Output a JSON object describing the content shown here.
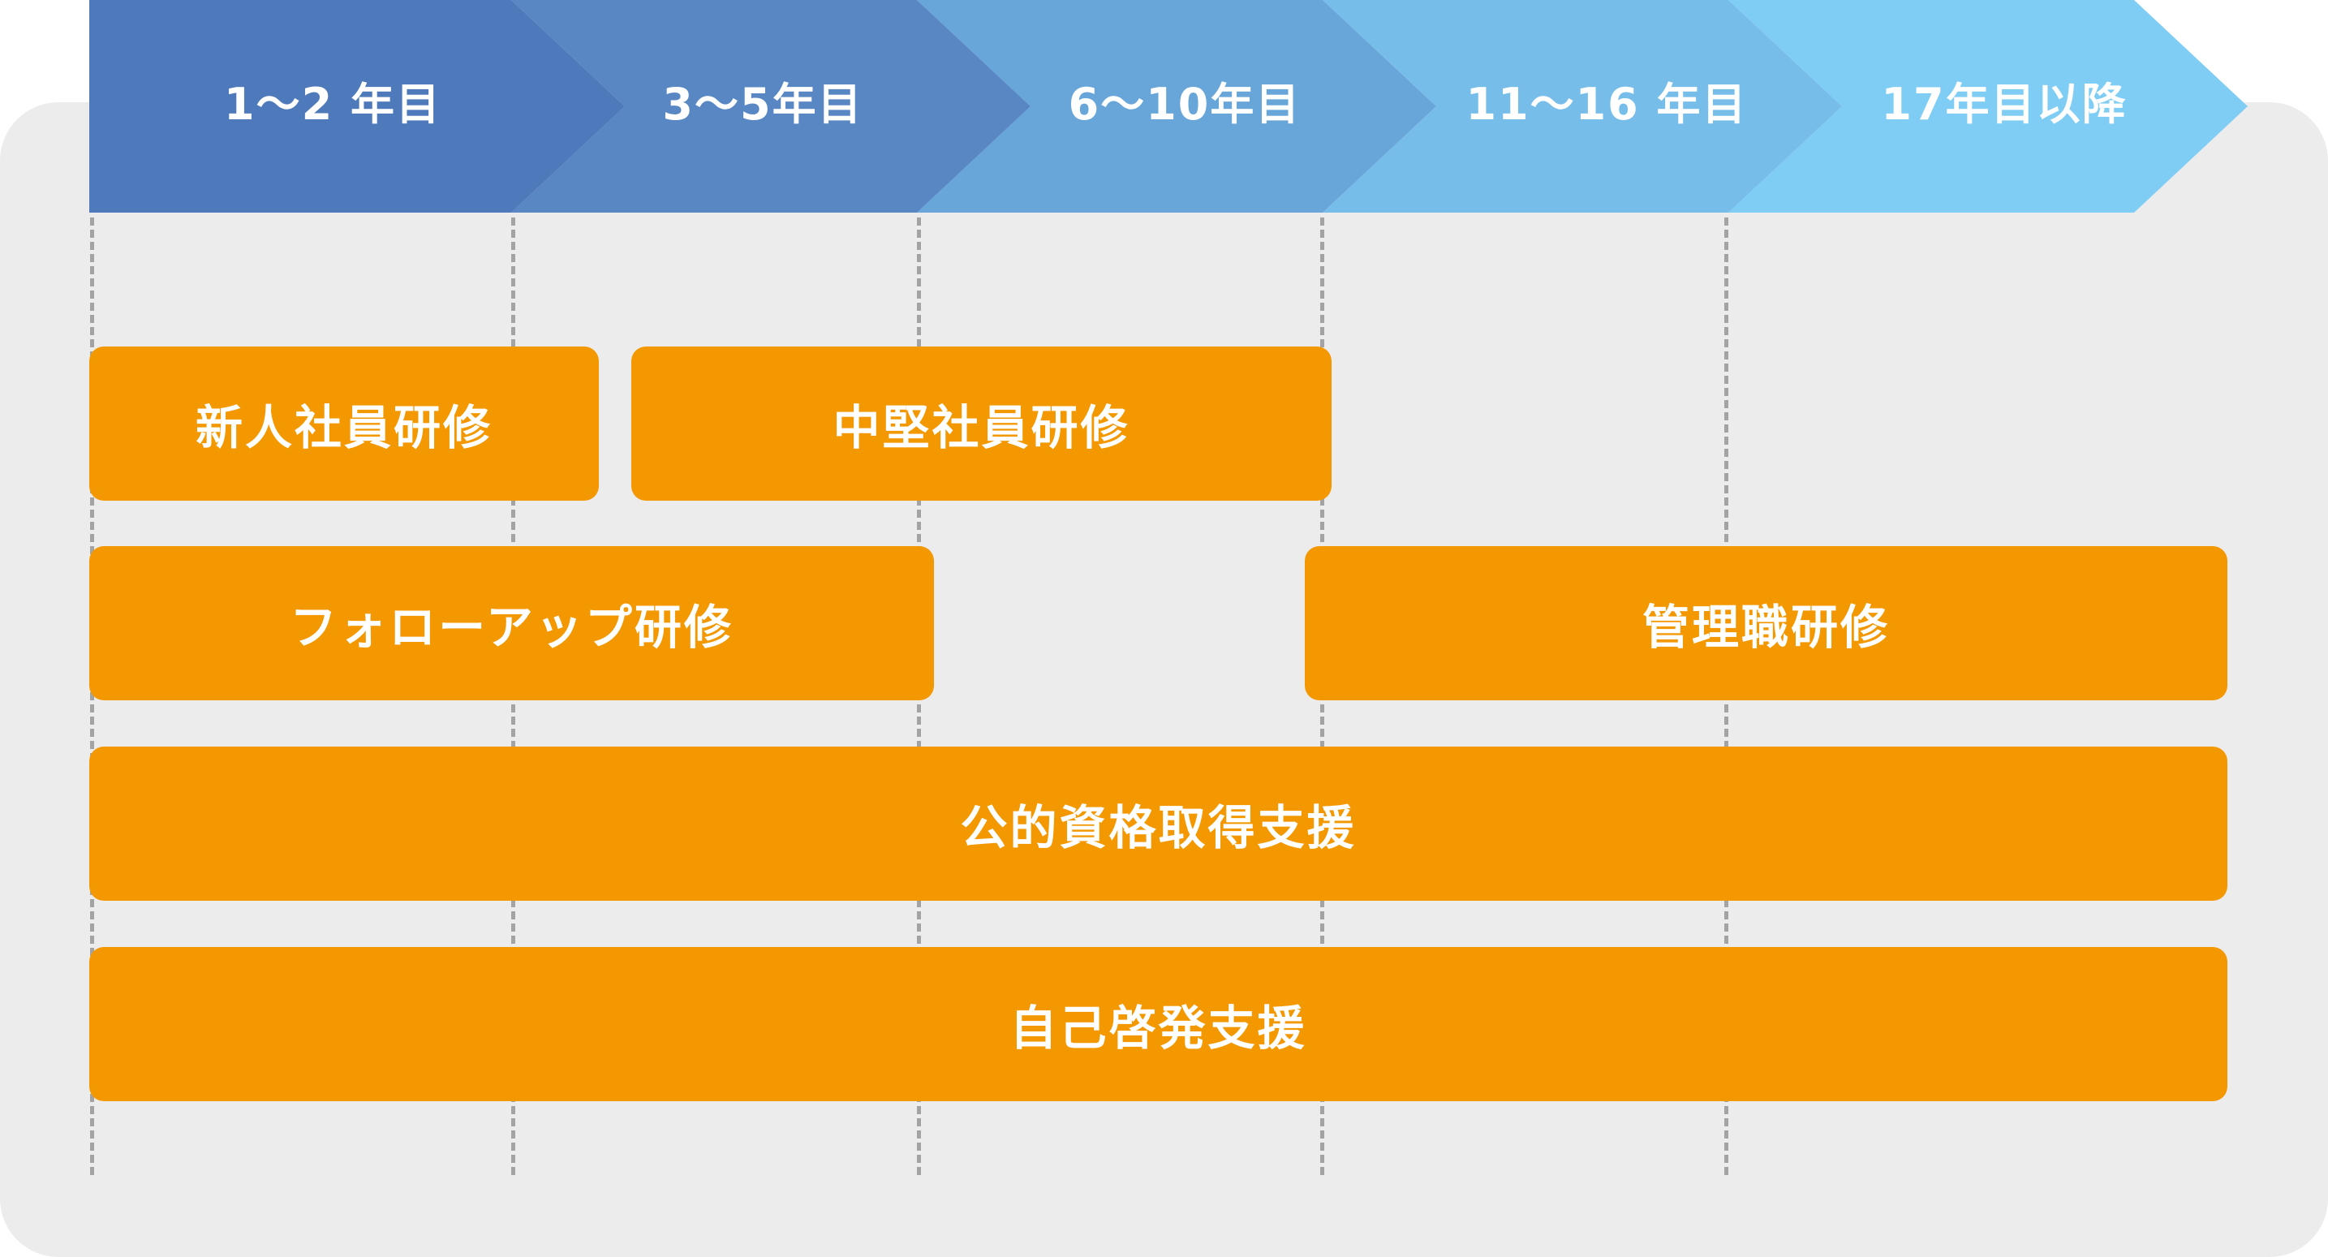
{
  "timeline": {
    "stages": [
      {
        "label": "1～2 年目",
        "color": "#4e79bb"
      },
      {
        "label": "3～5年目",
        "color": "#5887c4"
      },
      {
        "label": "6～10年目",
        "color": "#68a6d9"
      },
      {
        "label": "11～16 年目",
        "color": "#77bdea"
      },
      {
        "label": "17年目以降",
        "color": "#7fcdf4"
      }
    ]
  },
  "programs": [
    {
      "label": "新人社員研修"
    },
    {
      "label": "中堅社員研修"
    },
    {
      "label": "フォローアップ研修"
    },
    {
      "label": "管理職研修"
    },
    {
      "label": "公的資格取得支援"
    },
    {
      "label": "自己啓発支援"
    }
  ],
  "colors": {
    "panel": "#ececec",
    "bar": "#f39800",
    "gridline": "#a3a3a3"
  }
}
